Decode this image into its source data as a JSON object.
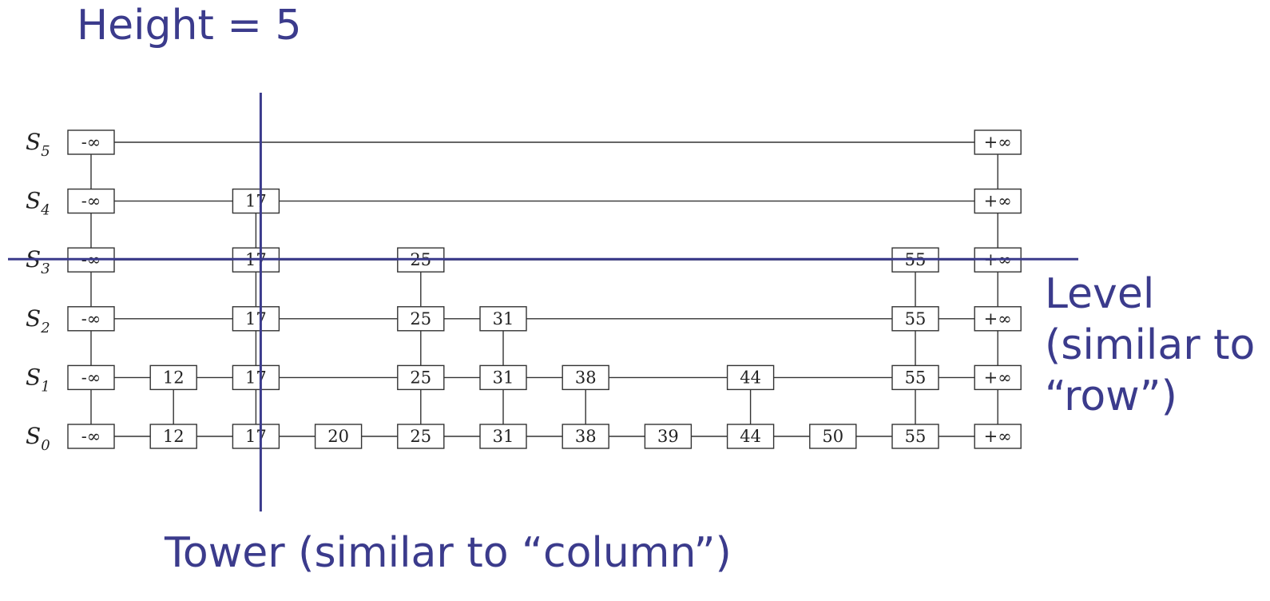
{
  "annotations": {
    "height": "Height = 5",
    "tower": "Tower (similar to “column”)",
    "level_line1": "Level",
    "level_line2": "(similar to",
    "level_line3": "“row”)"
  },
  "columns": [
    "-∞",
    "12",
    "17",
    "20",
    "25",
    "31",
    "38",
    "39",
    "44",
    "50",
    "55",
    "+∞"
  ],
  "levels": [
    {
      "name": "S",
      "sub": "0",
      "keys": [
        "-∞",
        "12",
        "17",
        "20",
        "25",
        "31",
        "38",
        "39",
        "44",
        "50",
        "55",
        "+∞"
      ]
    },
    {
      "name": "S",
      "sub": "1",
      "keys": [
        "-∞",
        "12",
        "17",
        "25",
        "31",
        "38",
        "44",
        "55",
        "+∞"
      ]
    },
    {
      "name": "S",
      "sub": "2",
      "keys": [
        "-∞",
        "17",
        "25",
        "31",
        "55",
        "+∞"
      ]
    },
    {
      "name": "S",
      "sub": "3",
      "keys": [
        "-∞",
        "17",
        "25",
        "55",
        "+∞"
      ]
    },
    {
      "name": "S",
      "sub": "4",
      "keys": [
        "-∞",
        "17",
        "+∞"
      ]
    },
    {
      "name": "S",
      "sub": "5",
      "keys": [
        "-∞",
        "+∞"
      ]
    }
  ],
  "highlight": {
    "tower_key": "17",
    "level_sub": "3"
  },
  "colors": {
    "accent": "#3b3b8c",
    "line": "#333333"
  }
}
